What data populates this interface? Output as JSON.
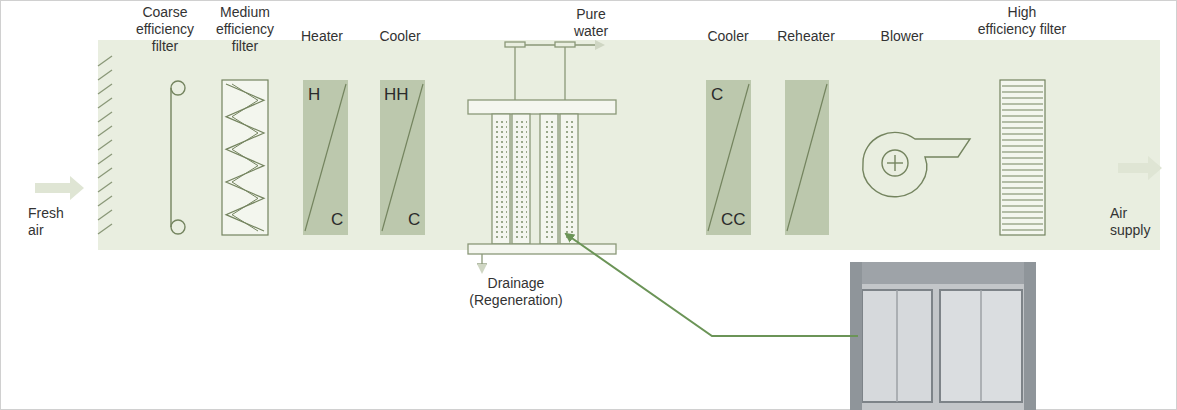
{
  "diagram": {
    "nodes": [
      {
        "text": [
          "Coarse efficiency filter"
        ]
      },
      {
        "text": [
          "Medium efficiency filter"
        ]
      },
      {
        "text": [
          "Heater",
          "H",
          "C"
        ]
      },
      {
        "text": [
          "Cooler",
          "HH",
          "C"
        ]
      },
      {
        "text": [
          "Cooler",
          "C",
          "CC"
        ]
      },
      {
        "text": [
          "Reheater"
        ]
      },
      {
        "text": [
          "Blower"
        ]
      },
      {
        "text": [
          "High efficiency filter"
        ]
      }
    ],
    "labels": [
      "Fresh air",
      "Pure water",
      "Drainage (Regeneration)",
      "Air supply"
    ]
  }
}
